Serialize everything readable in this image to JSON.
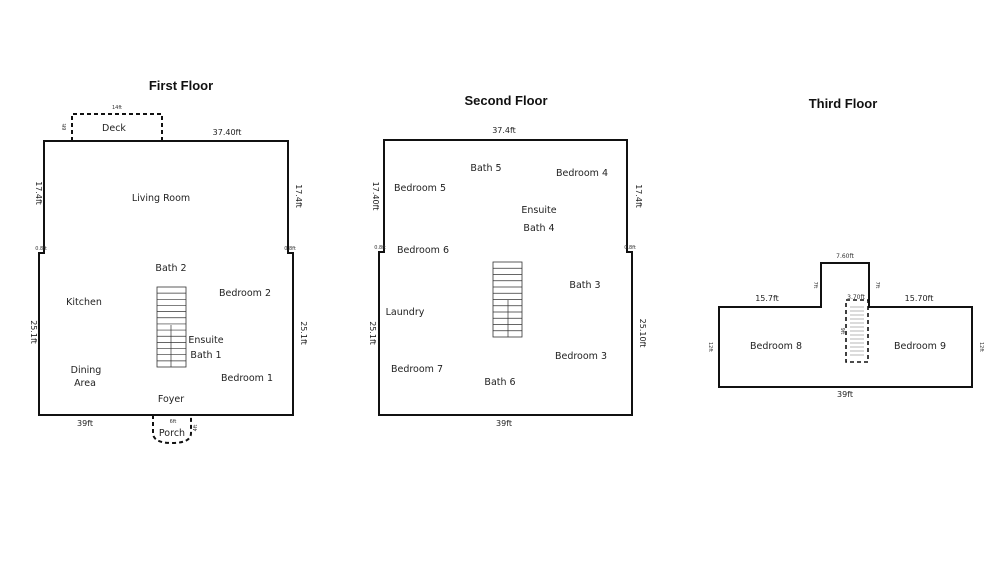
{
  "floors": {
    "first": {
      "title": "First Floor",
      "rooms": {
        "living_room": "Living Room",
        "deck": "Deck",
        "bath2": "Bath 2",
        "bedroom2": "Bedroom 2",
        "kitchen": "Kitchen",
        "ensuite": "Ensuite",
        "bath1": "Bath 1",
        "dining": "Dining",
        "area": "Area",
        "bedroom1": "Bedroom 1",
        "foyer": "Foyer",
        "porch": "Porch"
      },
      "dims": {
        "top": "37.40ft",
        "left_upper": "17.4ft",
        "right_upper": "17.4ft",
        "left_lower": "25.1ft",
        "right_lower": "25.1ft",
        "bottom": "39ft",
        "deck_top": "14ft",
        "deck_side": "6ft",
        "porch_top": "6ft",
        "porch_side": "4ft",
        "jog_left": "0.8ft",
        "jog_right": "0.8ft"
      }
    },
    "second": {
      "title": "Second Floor",
      "rooms": {
        "bath5": "Bath 5",
        "bedroom4": "Bedroom 4",
        "bedroom5": "Bedroom 5",
        "ensuite": "Ensuite",
        "bath4": "Bath 4",
        "bedroom6": "Bedroom 6",
        "bath3": "Bath 3",
        "laundry": "Laundry",
        "bedroom7": "Bedroom 7",
        "bedroom3": "Bedroom 3",
        "bath6": "Bath 6"
      },
      "dims": {
        "top": "37.4ft",
        "left_upper": "17.40ft",
        "right_upper": "17.4ft",
        "left_lower": "25.1ft",
        "right_lower": "25.10ft",
        "bottom": "39ft",
        "jog_left": "0.8ft",
        "jog_right": "0.8ft"
      }
    },
    "third": {
      "title": "Third Floor",
      "rooms": {
        "bedroom8": "Bedroom 8",
        "bedroom9": "Bedroom 9"
      },
      "dims": {
        "top_notch": "7.60ft",
        "left_top": "15.7ft",
        "right_top": "15.70ft",
        "stair_width": "3.70ft",
        "notch_left": "7ft",
        "notch_right": "7ft",
        "stair_len": "9ft",
        "left": "12ft",
        "right": "12ft",
        "bottom": "39ft"
      }
    }
  },
  "colors": {
    "wall": "#111111",
    "background": "#ffffff"
  }
}
